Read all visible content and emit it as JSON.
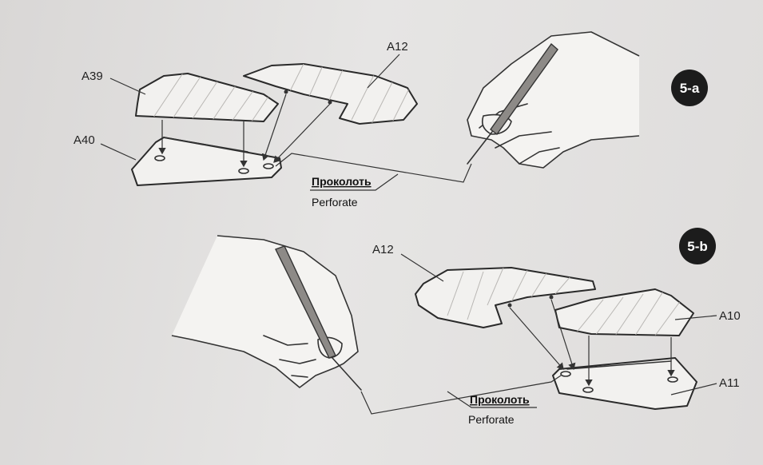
{
  "step_a": {
    "badge": "5-a",
    "parts": {
      "top_left": "A39",
      "top_right": "A12",
      "base": "A40"
    },
    "instruction": {
      "ru": "Проколоть",
      "en": "Perforate"
    }
  },
  "step_b": {
    "badge": "5-b",
    "parts": {
      "top_left": "A12",
      "top_right": "A10",
      "base": "A11"
    },
    "instruction": {
      "ru": "Проколоть",
      "en": "Perforate"
    }
  }
}
